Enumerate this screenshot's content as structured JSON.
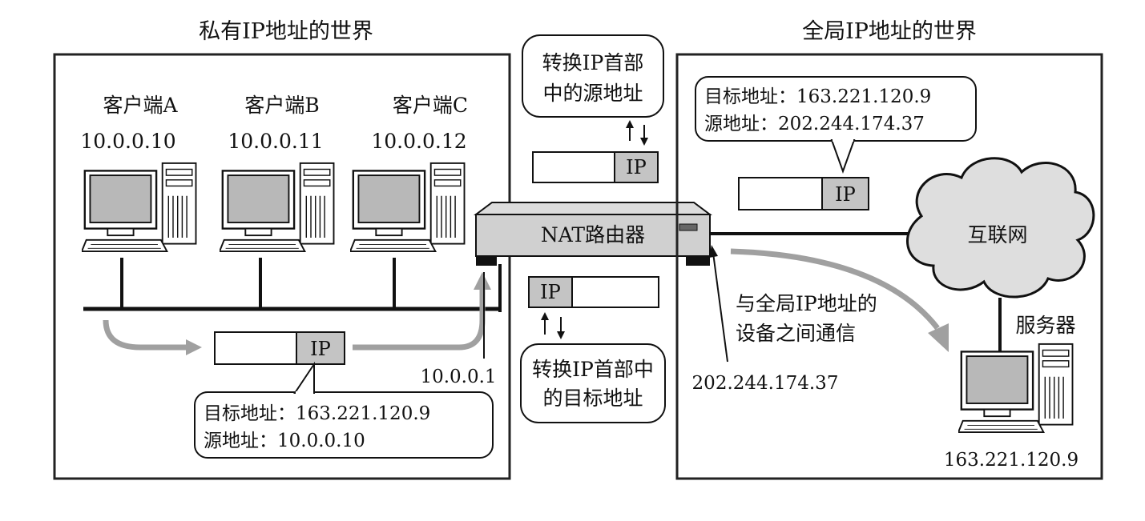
{
  "private_world": {
    "title": "私有IP地址的世界",
    "clients": [
      {
        "name": "客户端A",
        "ip": "10.0.0.10"
      },
      {
        "name": "客户端B",
        "ip": "10.0.0.11"
      },
      {
        "name": "客户端C",
        "ip": "10.0.0.12"
      }
    ],
    "lan_gateway_ip": "10.0.0.1",
    "packet_label": "IP",
    "packet_note": {
      "line1": "目标地址：163.221.120.9",
      "line2": "源地址：10.0.0.10"
    }
  },
  "global_world": {
    "title": "全局IP地址的世界",
    "packet_label": "IP",
    "packet_note": {
      "line1": "目标地址：163.221.120.9",
      "line2": "源地址：202.244.174.37"
    },
    "internet_label": "互联网",
    "server_label": "服务器",
    "server_ip": "163.221.120.9",
    "router_global_ip": "202.244.174.37",
    "comm_note": {
      "line1": "与全局IP地址的",
      "line2": "设备之间通信"
    }
  },
  "router": {
    "label": "NAT路由器"
  },
  "middle": {
    "top_note": {
      "line1": "转换IP首部",
      "line2": "中的源地址"
    },
    "top_packet_label": "IP",
    "bottom_packet_label": "IP",
    "bottom_note": {
      "line1": "转换IP首部中",
      "line2": "的目标地址"
    }
  }
}
